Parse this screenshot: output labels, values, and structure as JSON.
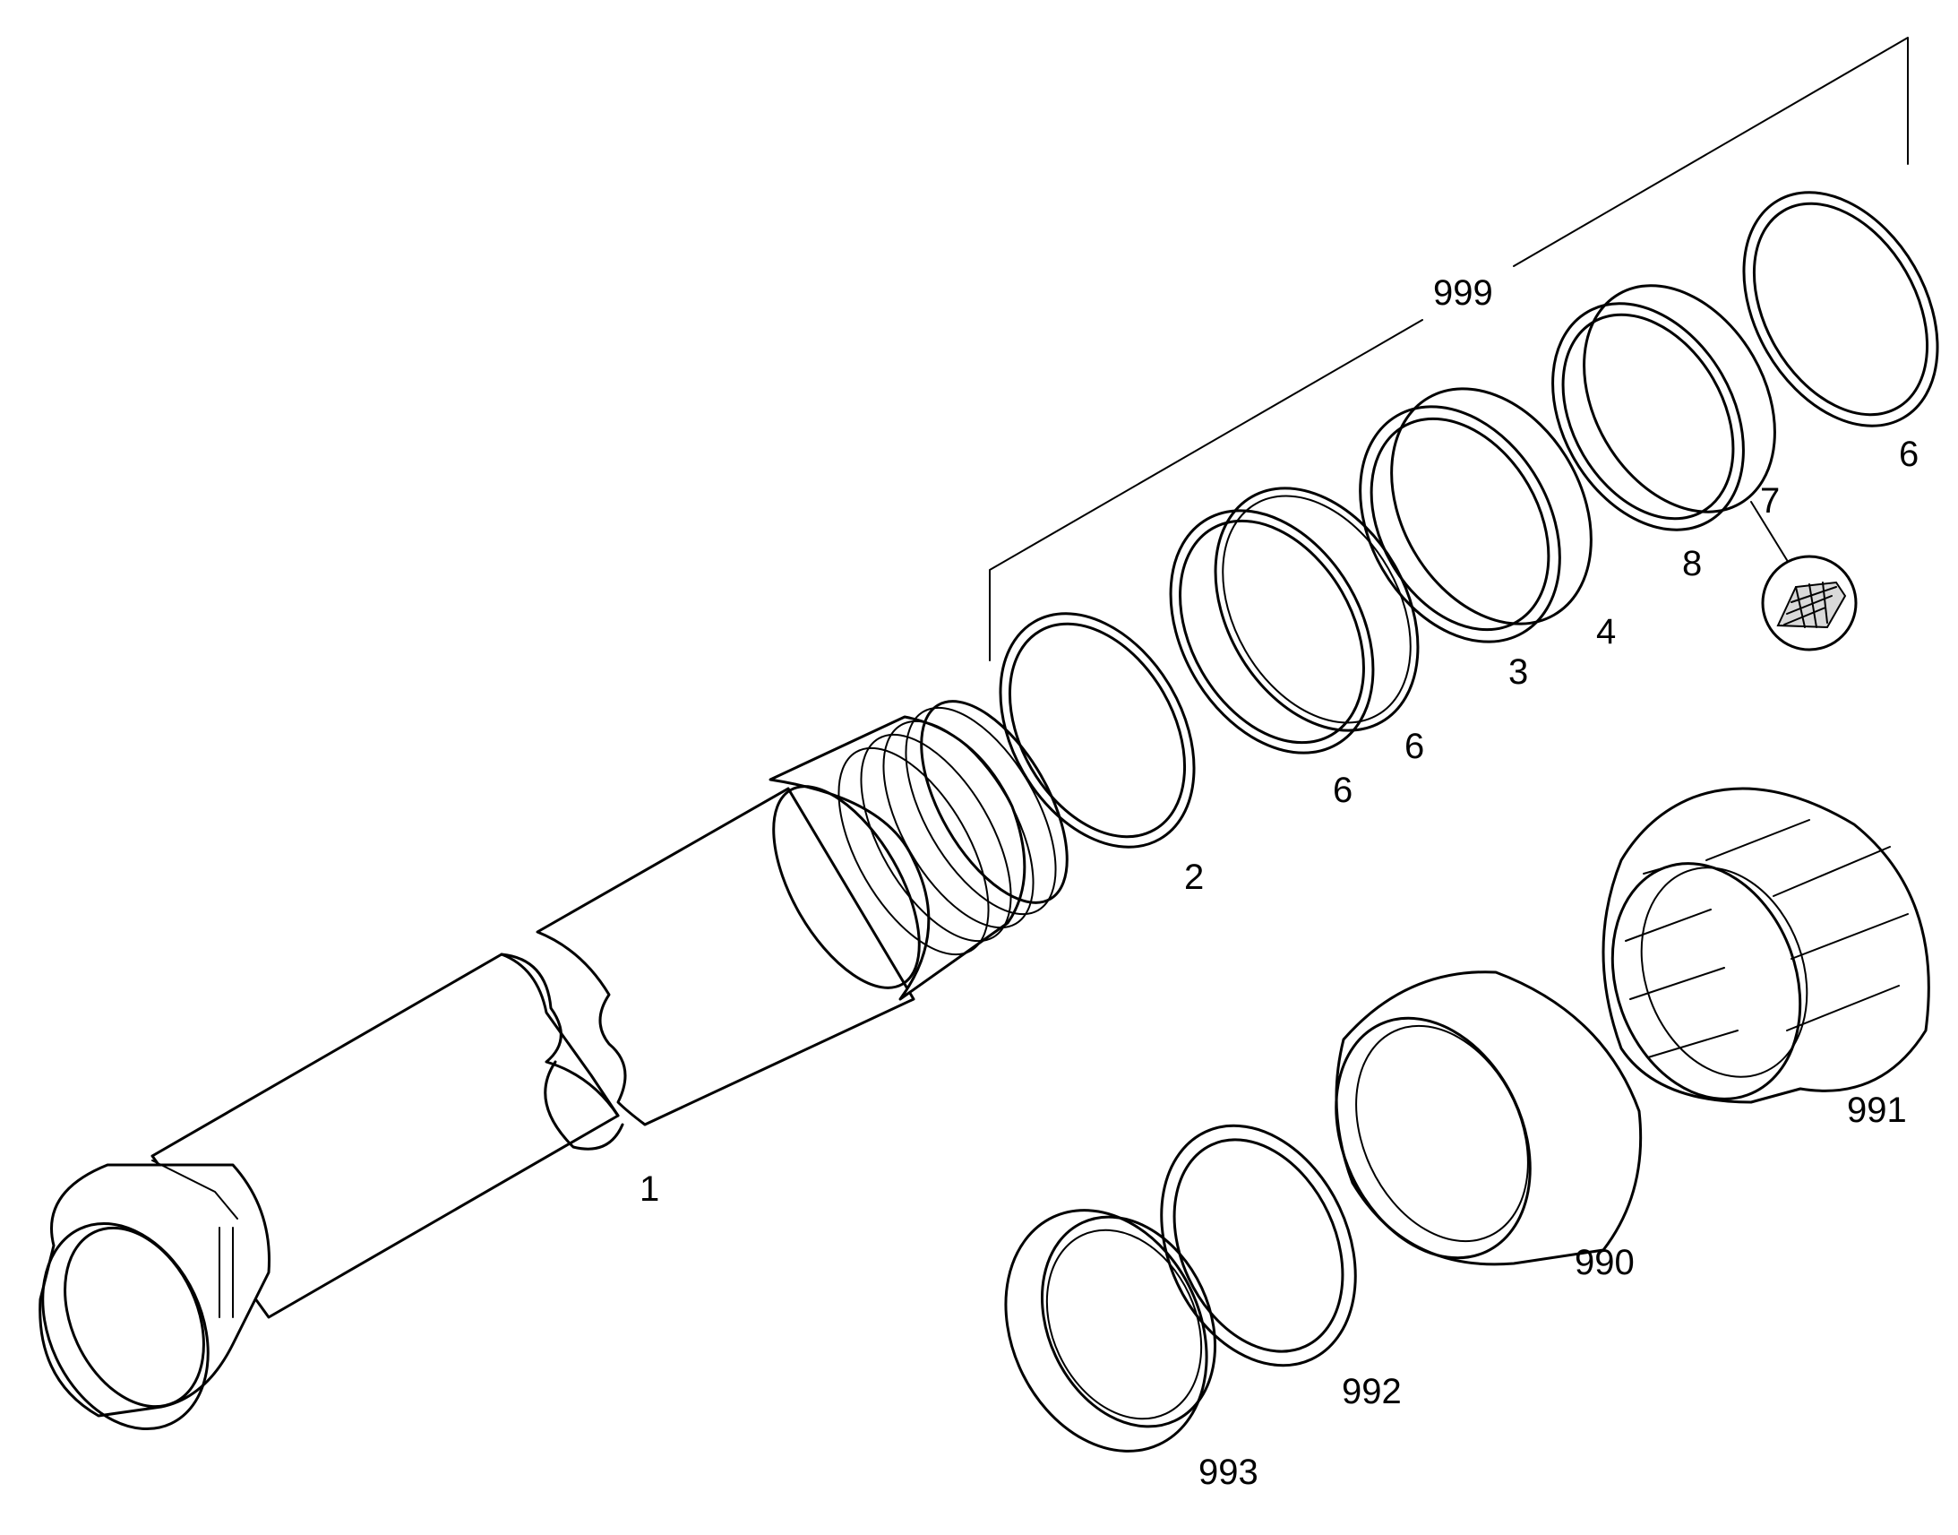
{
  "labels": {
    "part_1": "1",
    "part_2": "2",
    "part_3": "3",
    "part_4": "4",
    "part_6a": "6",
    "part_6b": "6",
    "part_6c": "6",
    "part_7": "7",
    "part_8": "8",
    "part_990": "990",
    "part_991": "991",
    "part_992": "992",
    "part_993": "993",
    "part_999": "999"
  },
  "icons": {
    "detail_symbol": "mesh-detail-icon"
  },
  "colors": {
    "ink": "#000000",
    "paper": "#ffffff",
    "symbol_fill": "#d9d9d9"
  }
}
